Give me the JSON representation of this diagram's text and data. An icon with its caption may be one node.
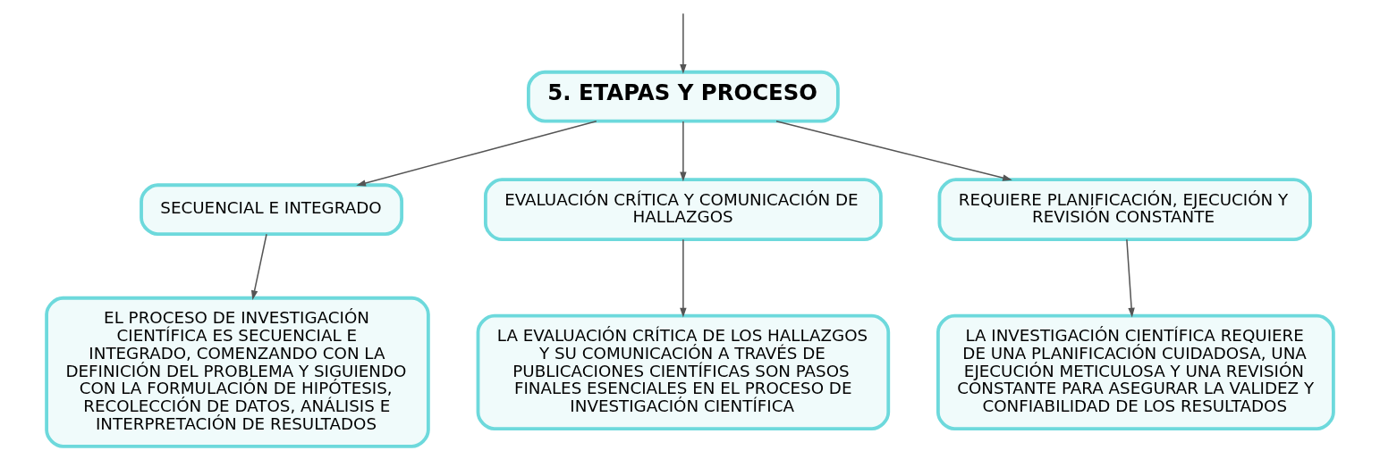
{
  "diagram": {
    "nodes": [
      {
        "text": [
          "5. ETAPAS Y PROCESO"
        ]
      },
      {
        "text": [
          "SECUENCIAL E INTEGRADO"
        ]
      },
      {
        "text": [
          "EVALUACIÓN CRÍTICA Y COMUNICACIÓN DE HALLAZGOS"
        ]
      },
      {
        "text": [
          "REQUIERE PLANIFICACIÓN, EJECUCIÓN Y REVISIÓN CONSTANTE"
        ]
      },
      {
        "text": [
          "EL PROCESO DE INVESTIGACIÓN CIENTÍFICA ES SECUENCIAL E INTEGRADO, COMENZANDO CON LA DEFINICIÓN DEL PROBLEMA Y SIGUIENDO CON LA FORMULACIÓN DE HIPÓTESIS, RECOLECCIÓN DE DATOS, ANÁLISIS E INTERPRETACIÓN DE RESULTADOS"
        ]
      },
      {
        "text": [
          "LA EVALUACIÓN CRÍTICA DE LOS HALLAZGOS Y SU COMUNICACIÓN A TRAVÉS DE PUBLICACIONES CIENTÍFICAS SON PASOS FINALES ESENCIALES EN EL PROCESO DE INVESTIGACIÓN CIENTÍFICA"
        ]
      },
      {
        "text": [
          "LA INVESTIGACIÓN CIENTÍFICA REQUIERE DE UNA PLANIFICACIÓN CUIDADOSA, UNA EJECUCIÓN METICULOSA Y UNA REVISIÓN CONSTANTE PARA ASEGURAR LA VALIDEZ Y CONFIABILIDAD DE LOS RESULTADOS"
        ]
      }
    ],
    "edges": [
      {
        "from": null,
        "to": 0,
        "arrow": "to"
      },
      {
        "from": 0,
        "to": 1,
        "arrow": "to"
      },
      {
        "from": 0,
        "to": 2,
        "arrow": "to"
      },
      {
        "from": 0,
        "to": 3,
        "arrow": "to"
      },
      {
        "from": 1,
        "to": 4,
        "arrow": "to"
      },
      {
        "from": 2,
        "to": 5,
        "arrow": "to"
      },
      {
        "from": 3,
        "to": 6,
        "arrow": "to"
      }
    ]
  }
}
